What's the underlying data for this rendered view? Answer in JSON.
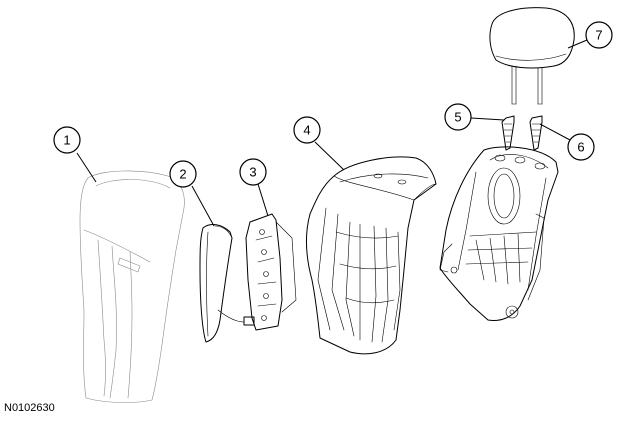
{
  "figure_id": "N0102630",
  "callouts": [
    {
      "id": "1",
      "label": "1"
    },
    {
      "id": "2",
      "label": "2"
    },
    {
      "id": "3",
      "label": "3"
    },
    {
      "id": "4",
      "label": "4"
    },
    {
      "id": "5",
      "label": "5"
    },
    {
      "id": "6",
      "label": "6"
    },
    {
      "id": "7",
      "label": "7"
    }
  ]
}
